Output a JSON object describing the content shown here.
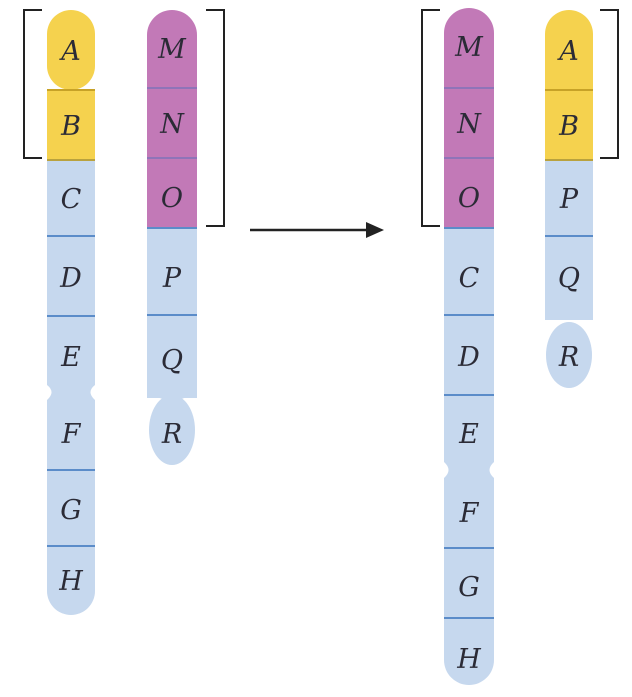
{
  "colors": {
    "yellow": "#f5d24e",
    "magenta": "#c279b7",
    "blue": "#c6d8ee",
    "divider": "#5b8cc9",
    "bracket": "#222222",
    "arrow": "#222222"
  },
  "before": {
    "chromosome_1": [
      "A",
      "B",
      "C",
      "D",
      "E",
      "F",
      "G",
      "H"
    ],
    "chromosome_2": [
      "M",
      "N",
      "O",
      "P",
      "Q",
      "R"
    ]
  },
  "after": {
    "chromosome_1": [
      "M",
      "N",
      "O",
      "C",
      "D",
      "E",
      "F",
      "G",
      "H"
    ],
    "chromosome_2": [
      "A",
      "B",
      "P",
      "Q",
      "R"
    ]
  }
}
